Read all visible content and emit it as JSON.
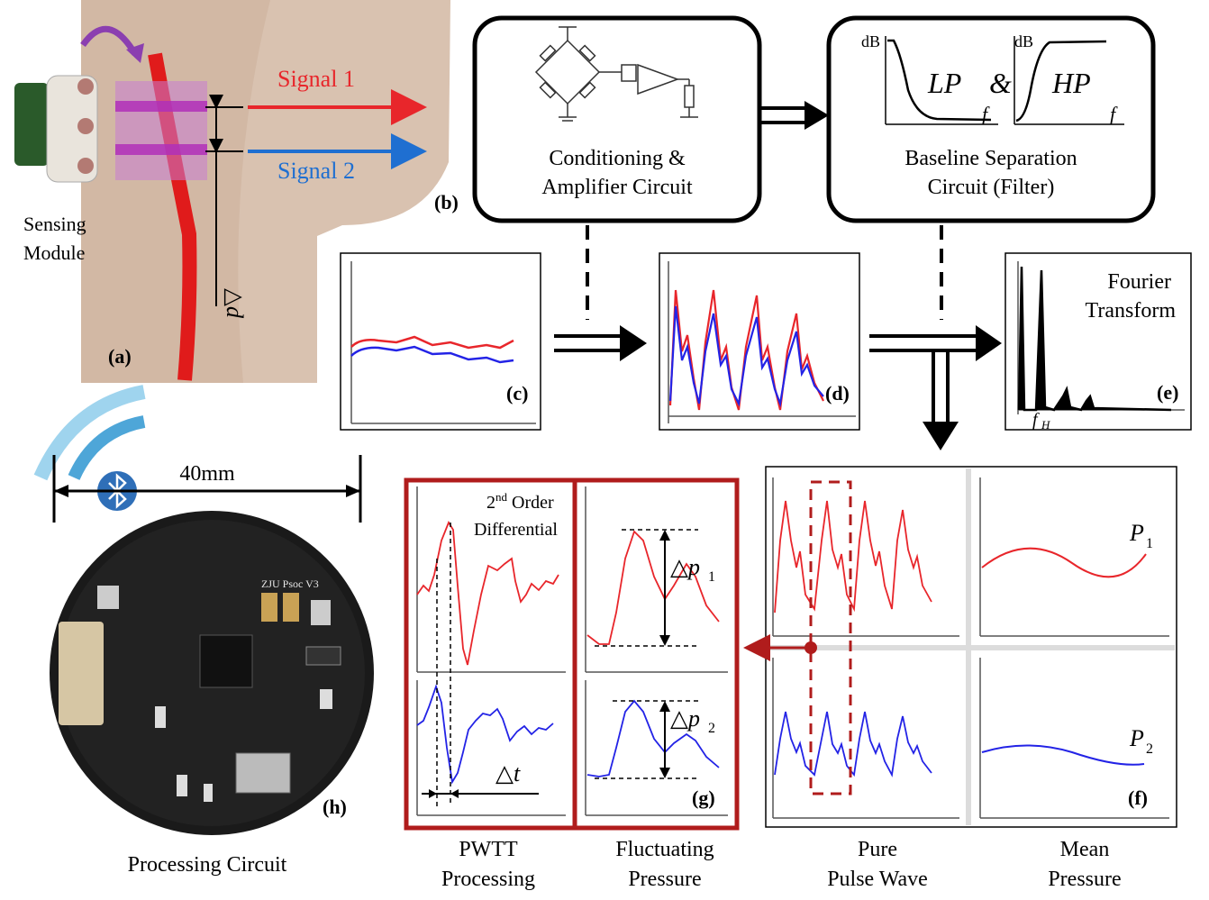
{
  "panel_a": {
    "signal1": "Signal 1",
    "signal2": "Signal 2",
    "sensing_module": [
      "Sensing",
      "Module"
    ],
    "delta_d": "△d",
    "tag": "(a)"
  },
  "panel_b": {
    "tag": "(b)",
    "conditioning": [
      "Conditioning &",
      "Amplifier Circuit"
    ],
    "baseline": [
      "Baseline Separation",
      "Circuit (Filter)"
    ],
    "db": "dB",
    "lp": "LP",
    "amp": "&",
    "hp": "HP",
    "f": "f"
  },
  "panel_c": {
    "tag": "(c)"
  },
  "panel_d": {
    "tag": "(d)"
  },
  "panel_e": {
    "tag": "(e)",
    "fourier": [
      "Fourier",
      "Transform"
    ],
    "fh": "f",
    "fh_sub": "H"
  },
  "panel_f": {
    "tag": "(f)",
    "p1": "P",
    "p1_sub": "1",
    "p2": "P",
    "p2_sub": "2"
  },
  "panel_g": {
    "tag": "(g)",
    "order": "2",
    "order_sup": "nd",
    "order_rest": " Order",
    "differential": "Differential",
    "dp1": "△p",
    "dp1_sub": "1",
    "dp2": "△p",
    "dp2_sub": "2",
    "dt": "△t"
  },
  "panel_h": {
    "tag": "(h)",
    "width_label": "40mm",
    "processing": "Processing  Circuit",
    "board_label": "ZJU Psoc V3"
  },
  "bottom_labels": {
    "pwtt": [
      "PWTT",
      "Processing"
    ],
    "fluct": [
      "Fluctuating",
      "Pressure"
    ],
    "pure": [
      "Pure",
      "Pulse Wave"
    ],
    "mean": [
      "Mean",
      "Pressure"
    ]
  },
  "colors": {
    "red": "#e8262b",
    "blue": "#2323e6",
    "dark_red": "#b01c1c",
    "signal_blue": "#1f6fd1"
  }
}
